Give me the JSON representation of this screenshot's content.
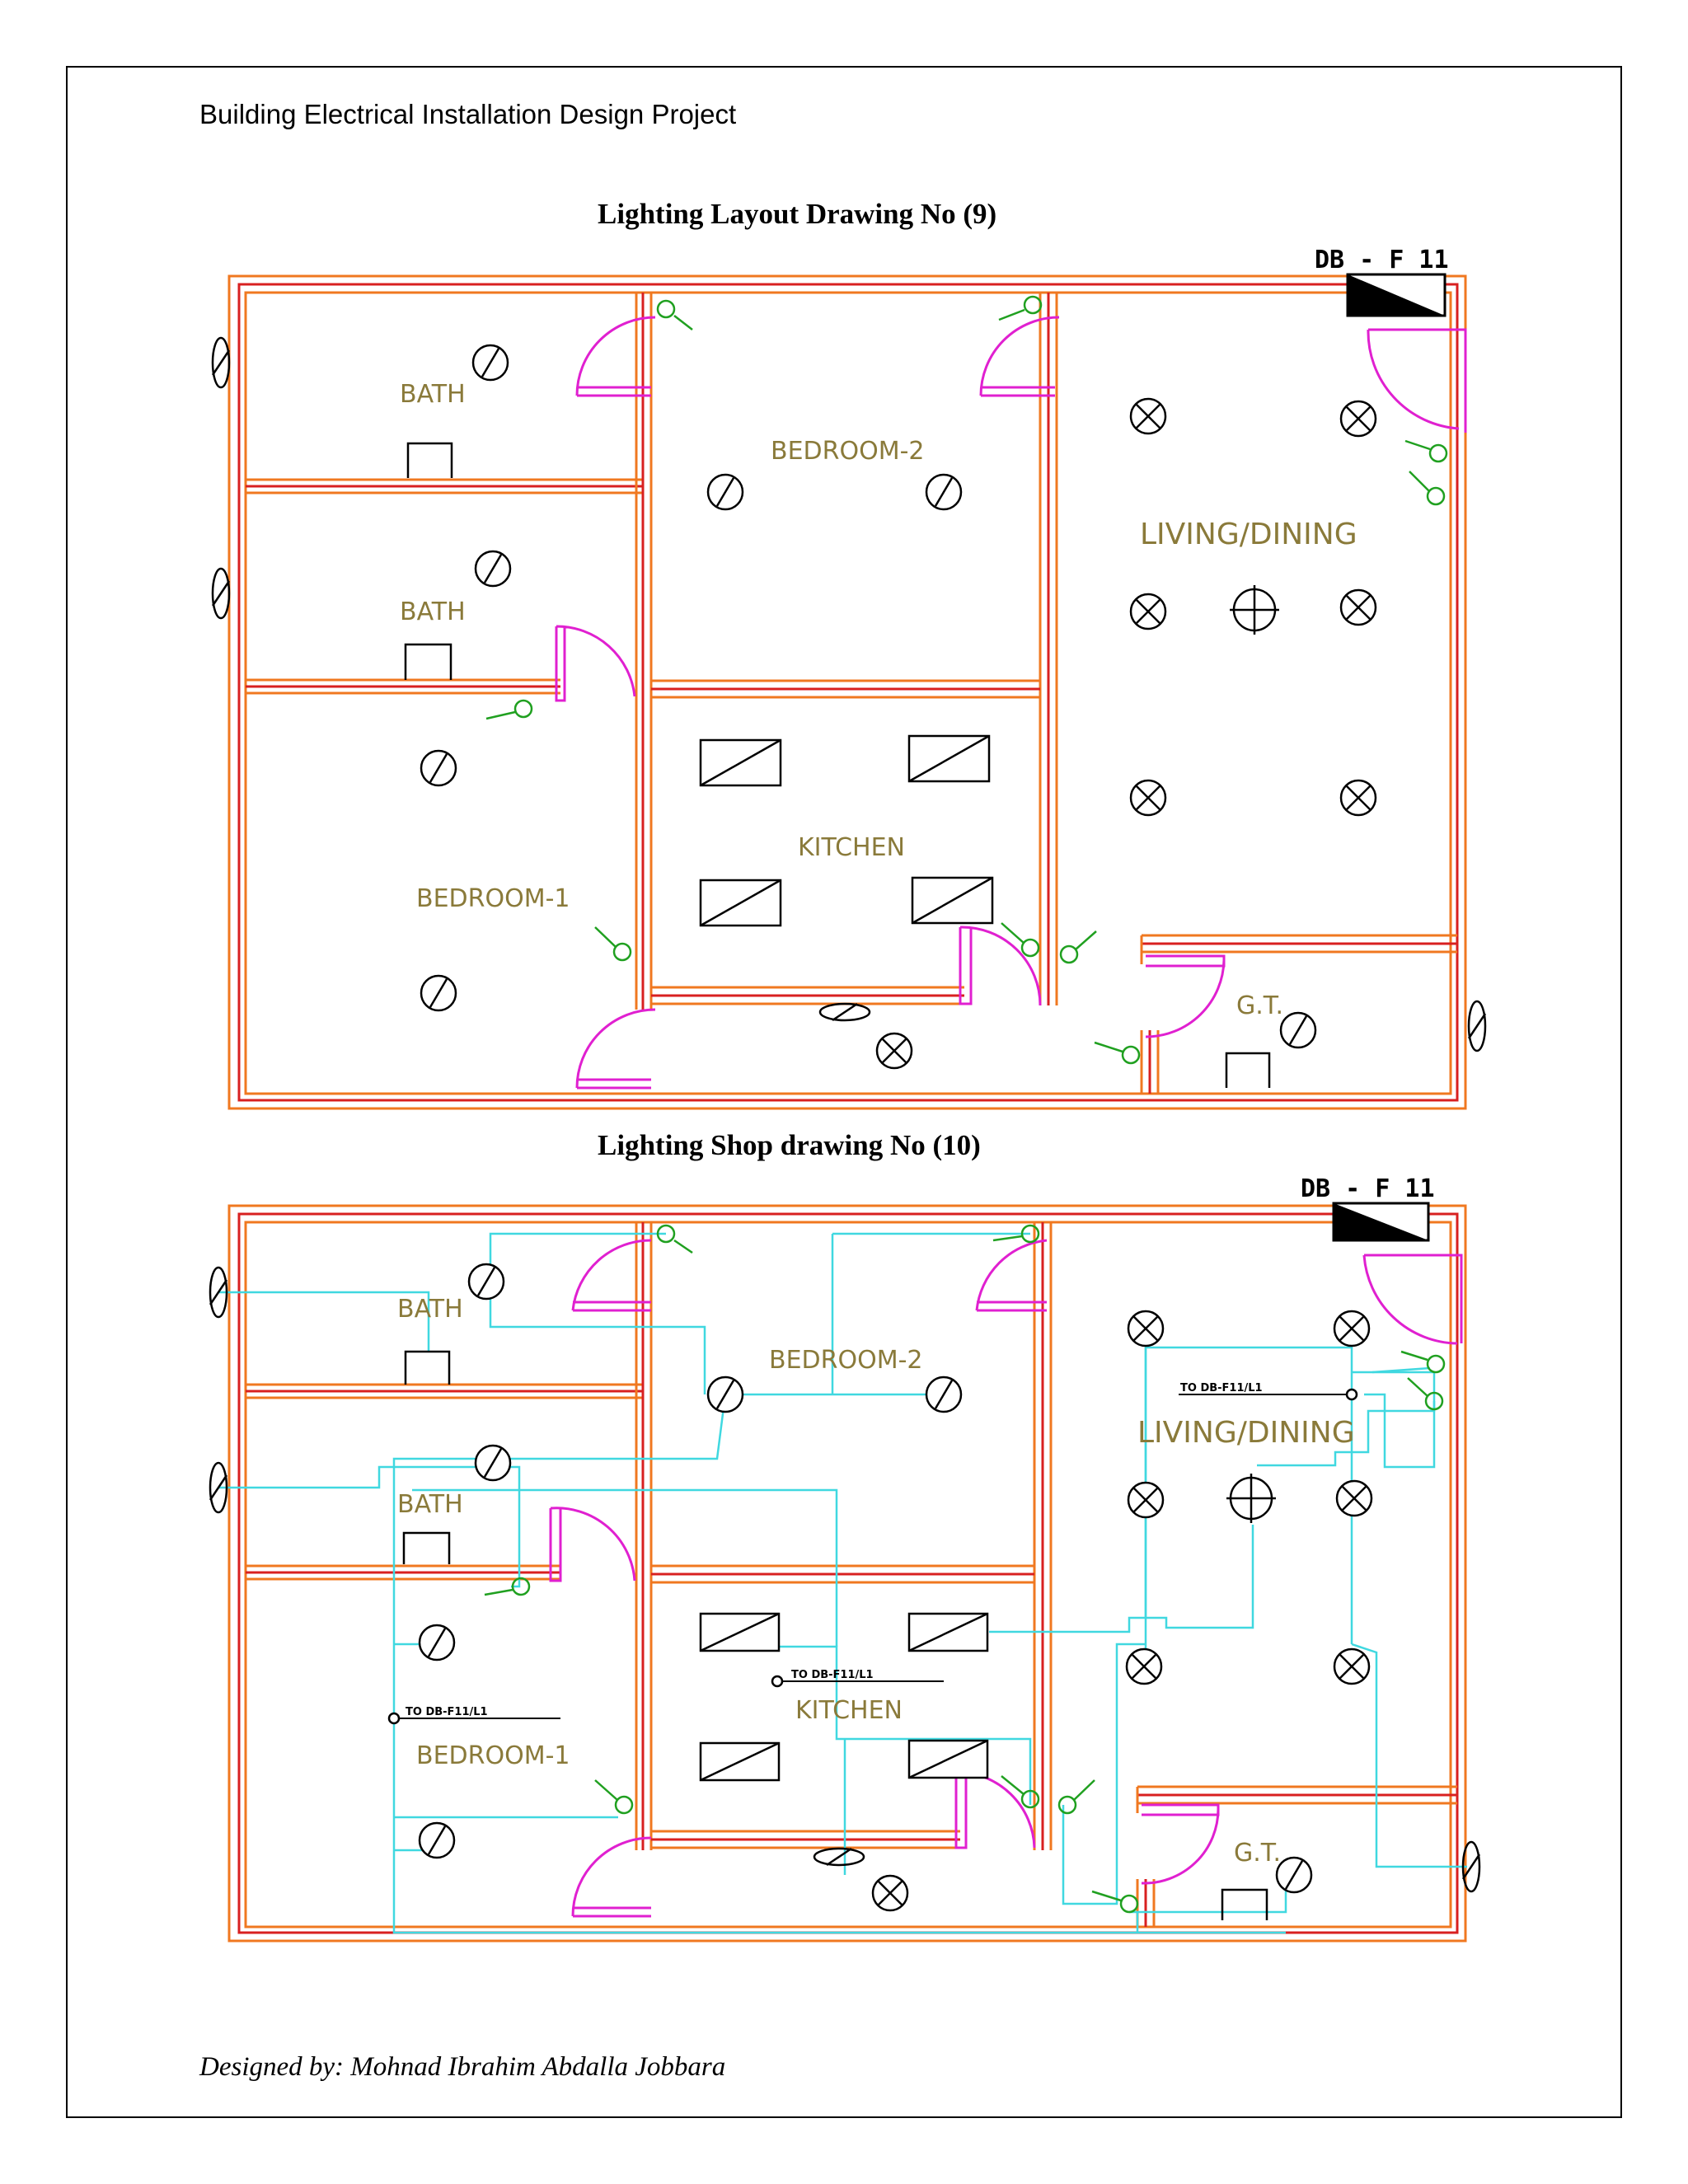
{
  "page": {
    "header": "Building Electrical Installation Design Project",
    "footer": "Designed by: Mohnad Ibrahim Abdalla Jobbara"
  },
  "layout_drawing": {
    "title": "Lighting Layout Drawing No (9)",
    "db_label": "DB - F 11",
    "rooms": {
      "bath1": "BATH",
      "bath2": "BATH",
      "bedroom2": "BEDROOM-2",
      "living": "LIVING/DINING",
      "kitchen": "KITCHEN",
      "bedroom1": "BEDROOM-1",
      "gt": "G.T."
    }
  },
  "shop_drawing": {
    "title": "Lighting Shop drawing No (10)",
    "db_label": "DB - F 11",
    "rooms": {
      "bath1": "BATH",
      "bath2": "BATH",
      "bedroom2": "BEDROOM-2",
      "living": "LIVING/DINING",
      "kitchen": "KITCHEN",
      "bedroom1": "BEDROOM-1",
      "gt": "G.T."
    },
    "feeders": {
      "living": "TO DB-F11/L1",
      "kitchen": "TO DB-F11/L1",
      "bedroom1": "TO DB-F11/L1"
    }
  },
  "colors": {
    "wall_outer": "#f07820",
    "wall_inner": "#d82020",
    "door": "#e020d0",
    "switch": "#20a020",
    "wiring": "#40d8e0",
    "label": "#8a7a3a",
    "symbol": "#000000"
  }
}
